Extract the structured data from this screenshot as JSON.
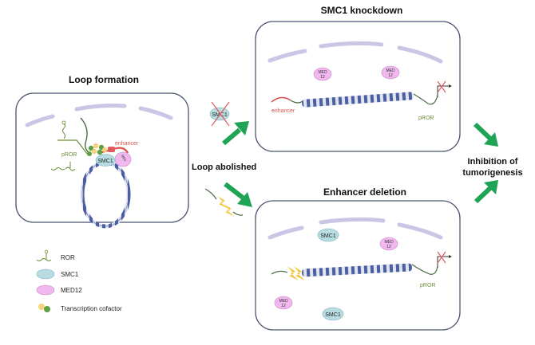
{
  "panels": {
    "loop": {
      "title": "Loop formation"
    },
    "knockdown": {
      "title": "SMC1 knockdown"
    },
    "deletion": {
      "title": "Enhancer deletion"
    }
  },
  "labels": {
    "enhancer": "enhancer",
    "pror": "pROR",
    "smc1": "SMC1",
    "med12_line1": "MED",
    "med12_line2": "12",
    "loop_abolished": "Loop abolished",
    "inhibition_line1": "Inhibition of",
    "inhibition_line2": "tumorigenesis"
  },
  "legend": {
    "items": [
      {
        "icon": "ror-rna-icon",
        "label": "ROR"
      },
      {
        "icon": "smc1-icon",
        "label": "SMC1"
      },
      {
        "icon": "med12-icon",
        "label": "MED12"
      },
      {
        "icon": "cofactor-icon",
        "label": "Transcription cofactor"
      }
    ]
  },
  "colors": {
    "panel_border": "#4a5572",
    "membrane": "#c9c6e6",
    "dna": "#5c6ea8",
    "smc1": "#b7dde2",
    "med12": "#f0b8ee",
    "enhancer": "#d9534f",
    "pror": "#6b8c3a",
    "arrow": "#1fa355",
    "lightning": "#f1c232",
    "cofactor_yellow": "#f3d27a",
    "cofactor_green": "#5fa043"
  }
}
